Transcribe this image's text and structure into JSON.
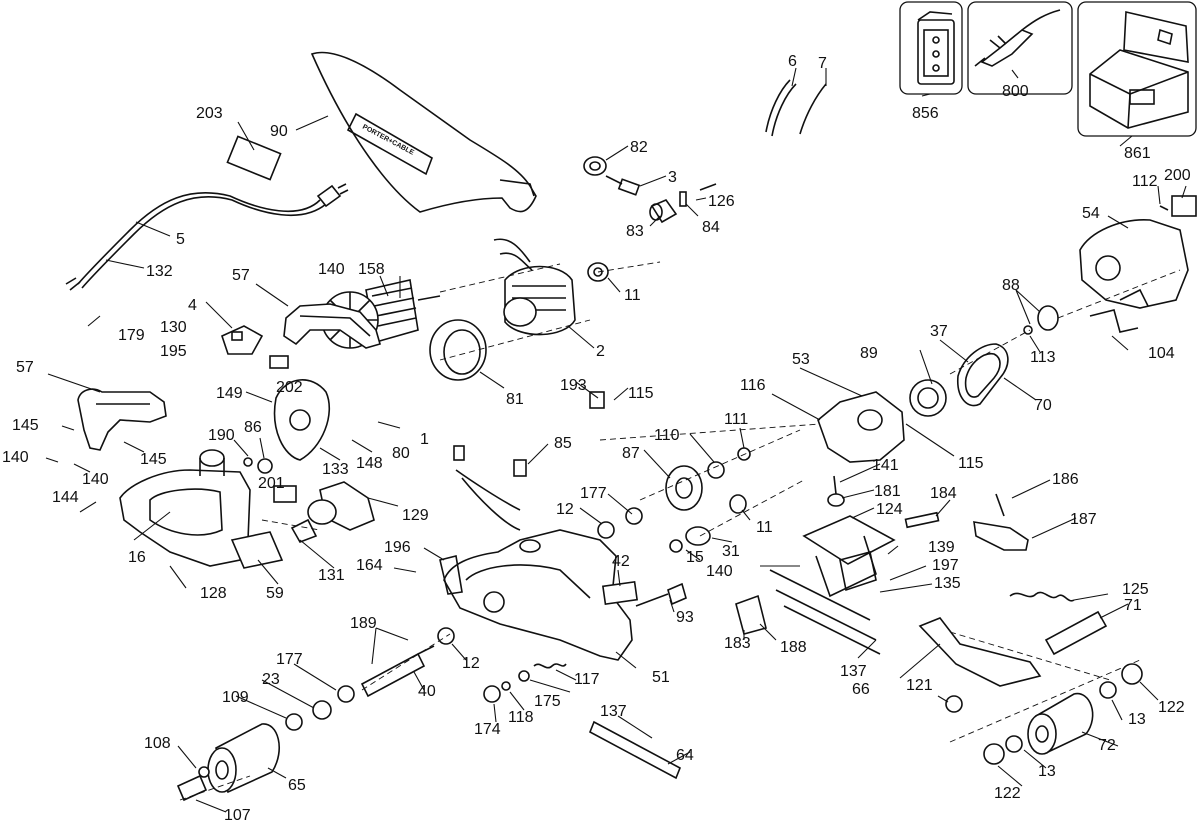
{
  "brand_mark": "PORTER+CABLE",
  "callouts": [
    "203",
    "90",
    "6",
    "7",
    "856",
    "800",
    "861",
    "82",
    "3",
    "126",
    "83",
    "84",
    "112",
    "200",
    "54",
    "5",
    "132",
    "57",
    "140",
    "158",
    "11",
    "2",
    "88",
    "113",
    "104",
    "4",
    "130",
    "195",
    "179",
    "202",
    "37",
    "89",
    "70",
    "57",
    "145",
    "140",
    "140",
    "145",
    "149",
    "86",
    "190",
    "201",
    "133",
    "148",
    "80",
    "1",
    "81",
    "193",
    "115",
    "116",
    "53",
    "85",
    "111",
    "110",
    "87",
    "115",
    "141",
    "186",
    "181",
    "124",
    "184",
    "187",
    "177",
    "12",
    "11",
    "15",
    "31",
    "144",
    "16",
    "128",
    "129",
    "131",
    "59",
    "196",
    "164",
    "42",
    "93",
    "140",
    "139",
    "197",
    "135",
    "183",
    "188",
    "125",
    "71",
    "137",
    "66",
    "189",
    "12",
    "177",
    "23",
    "40",
    "117",
    "175",
    "51",
    "109",
    "118",
    "174",
    "121",
    "122",
    "13",
    "137",
    "64",
    "108",
    "65",
    "72",
    "13",
    "122",
    "107"
  ]
}
